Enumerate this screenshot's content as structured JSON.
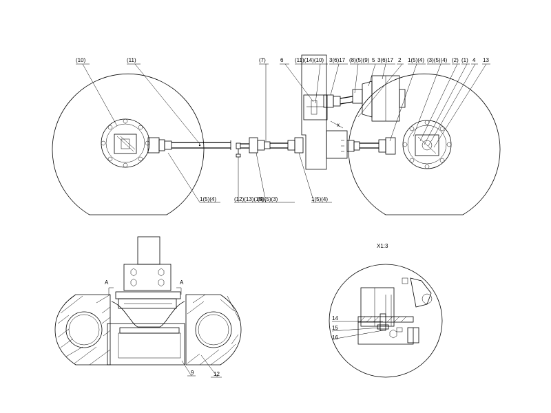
{
  "top_labels": {
    "l10": "(10)",
    "l11a": "(11)",
    "l7": "(7)",
    "l6": "6",
    "l11_14_10": "(11)(14)(10)",
    "l3_6_17": "3(6)17",
    "l8_5_9": "(8)(5)(9)",
    "l5": "5",
    "l3_6_17b": "3(6)17",
    "l2": "2",
    "l1_5_4_top": "1(5)(4)",
    "l3_5_4": "(3)(5)(4)",
    "l2b": "(2)",
    "l1b": "(1)",
    "l4": "4",
    "l13": "13",
    "l1_5_4_left": "1(5)(4)",
    "l12_13_15": "(12)(13)(15)",
    "l4_5_3": "(4)(5)(3)",
    "l1_5_4_mid": "1(5)(4)",
    "x_mark": "x"
  },
  "front_view": {
    "section_a_left": "A",
    "section_a_right": "A",
    "l9": "9",
    "l12": "12"
  },
  "detail": {
    "title": "X1:3",
    "l14": "14",
    "l15": "15",
    "l16": "16"
  }
}
